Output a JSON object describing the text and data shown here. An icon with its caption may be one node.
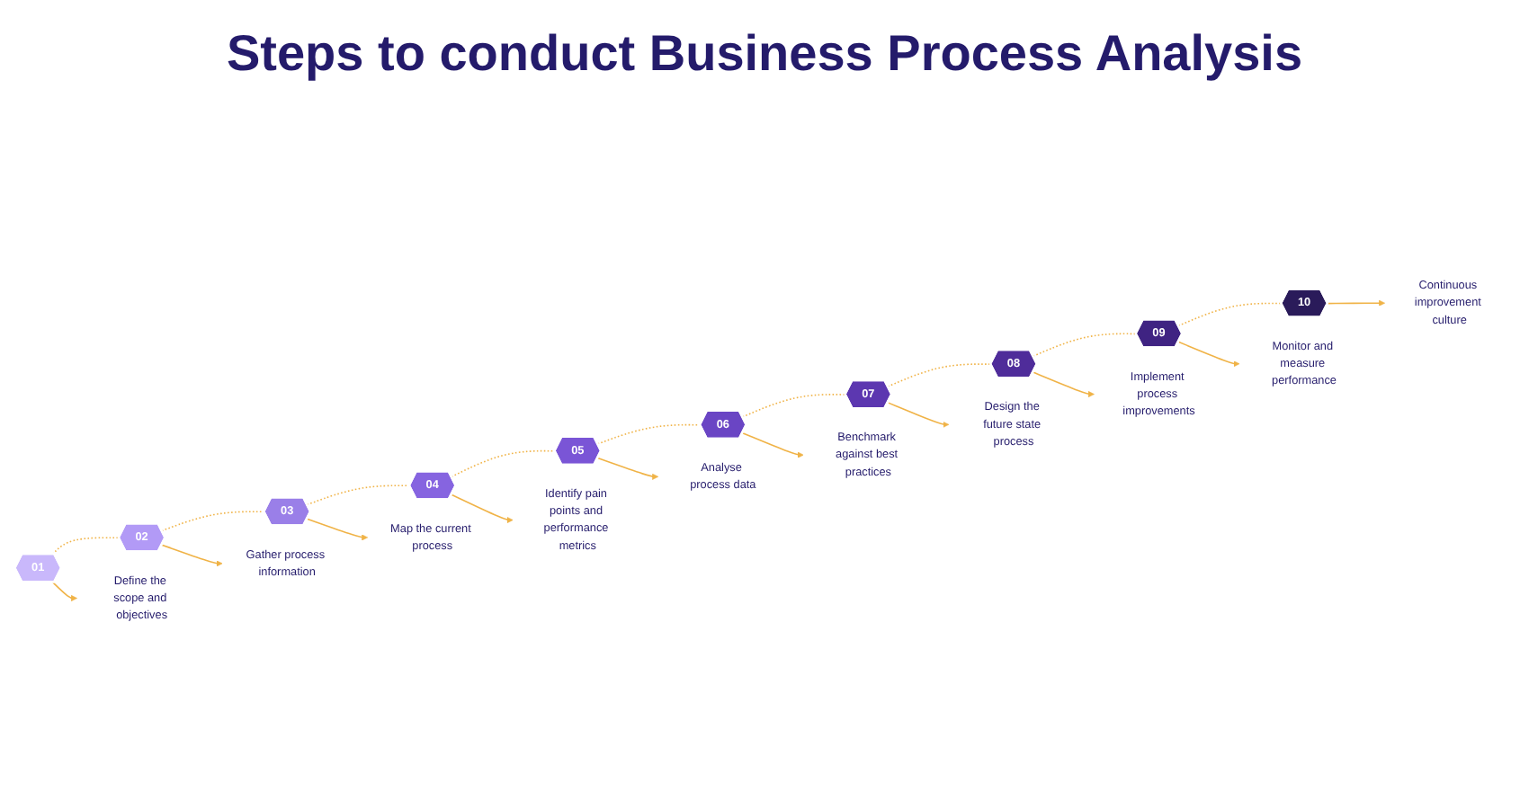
{
  "diagram": {
    "title": "Steps to conduct Business Process Analysis",
    "nodes": [
      {
        "text": [
          "01"
        ]
      },
      {
        "text": [
          "02"
        ]
      },
      {
        "text": [
          "03"
        ]
      },
      {
        "text": [
          "04"
        ]
      },
      {
        "text": [
          "05"
        ]
      },
      {
        "text": [
          "06"
        ]
      },
      {
        "text": [
          "07"
        ]
      },
      {
        "text": [
          "08"
        ]
      },
      {
        "text": [
          "09"
        ]
      },
      {
        "text": [
          "10"
        ]
      },
      {
        "text": [
          "Define the scope and objectives"
        ]
      },
      {
        "text": [
          "Gather process information"
        ]
      },
      {
        "text": [
          "Map the current process"
        ]
      },
      {
        "text": [
          "Identify pain points and performance metrics"
        ]
      },
      {
        "text": [
          "Analyse process data"
        ]
      },
      {
        "text": [
          "Benchmark against best practices"
        ]
      },
      {
        "text": [
          "Design the future state process"
        ]
      },
      {
        "text": [
          "Implement process improvements"
        ]
      },
      {
        "text": [
          "Monitor and measure performance"
        ]
      },
      {
        "text": [
          "Continuous improvement culture"
        ]
      }
    ],
    "edges": [
      {
        "from": 0,
        "to": 1,
        "arrow": "none",
        "style": "dashed"
      },
      {
        "from": 1,
        "to": 2,
        "arrow": "none",
        "style": "dashed"
      },
      {
        "from": 2,
        "to": 3,
        "arrow": "none",
        "style": "dashed"
      },
      {
        "from": 3,
        "to": 4,
        "arrow": "none",
        "style": "dashed"
      },
      {
        "from": 4,
        "to": 5,
        "arrow": "none",
        "style": "dashed"
      },
      {
        "from": 5,
        "to": 6,
        "arrow": "none",
        "style": "dashed"
      },
      {
        "from": 6,
        "to": 7,
        "arrow": "none",
        "style": "dashed"
      },
      {
        "from": 7,
        "to": 8,
        "arrow": "none",
        "style": "dashed"
      },
      {
        "from": 8,
        "to": 9,
        "arrow": "none",
        "style": "dashed"
      },
      {
        "from": 0,
        "to": 10,
        "arrow": "to"
      },
      {
        "from": 1,
        "to": 11,
        "arrow": "to"
      },
      {
        "from": 2,
        "to": 12,
        "arrow": "to"
      },
      {
        "from": 3,
        "to": 13,
        "arrow": "to"
      },
      {
        "from": 4,
        "to": 14,
        "arrow": "to"
      },
      {
        "from": 5,
        "to": 15,
        "arrow": "to"
      },
      {
        "from": 6,
        "to": 16,
        "arrow": "to"
      },
      {
        "from": 7,
        "to": 17,
        "arrow": "to"
      },
      {
        "from": 8,
        "to": 18,
        "arrow": "to"
      },
      {
        "from": 9,
        "to": 19,
        "arrow": "to"
      }
    ]
  }
}
